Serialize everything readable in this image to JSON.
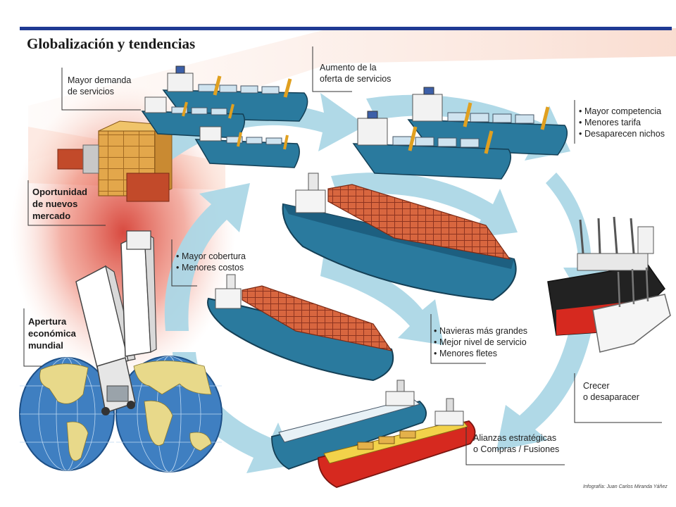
{
  "title": "Globalización y tendencias",
  "labels": {
    "demanda": [
      "Mayor demanda",
      "de servicios"
    ],
    "oferta": [
      "Aumento de la",
      "oferta de servicios"
    ],
    "oportunidad": [
      "Oportunidad",
      "de nuevos",
      "mercado"
    ],
    "apertura": [
      "Apertura",
      "económica",
      "mundial"
    ],
    "crecer": [
      "Crecer",
      "o desaparacer"
    ],
    "alianzas": [
      "Alianzas estratégicas",
      "o Compras / Fusiones"
    ]
  },
  "bullets": {
    "competencia": [
      "Mayor competencia",
      "Menores tarifa",
      "Desaparecen nichos"
    ],
    "cobertura": [
      "Mayor cobertura",
      "Menores costos"
    ],
    "navieras": [
      "Navieras más grandes",
      "Mejor nivel de servicio",
      "Menores fletes"
    ]
  },
  "credit": "Infografía: Juan Carlos Miranda Yáñez",
  "colors": {
    "title_bar": "#1f3a93",
    "flow_arrow": "#a9d6e5",
    "hull_blue": "#2a7a9e",
    "container_red": "#c6553a",
    "container_orange": "#e0a84a",
    "hull_black": "#222222",
    "hull_red": "#d6291f"
  }
}
